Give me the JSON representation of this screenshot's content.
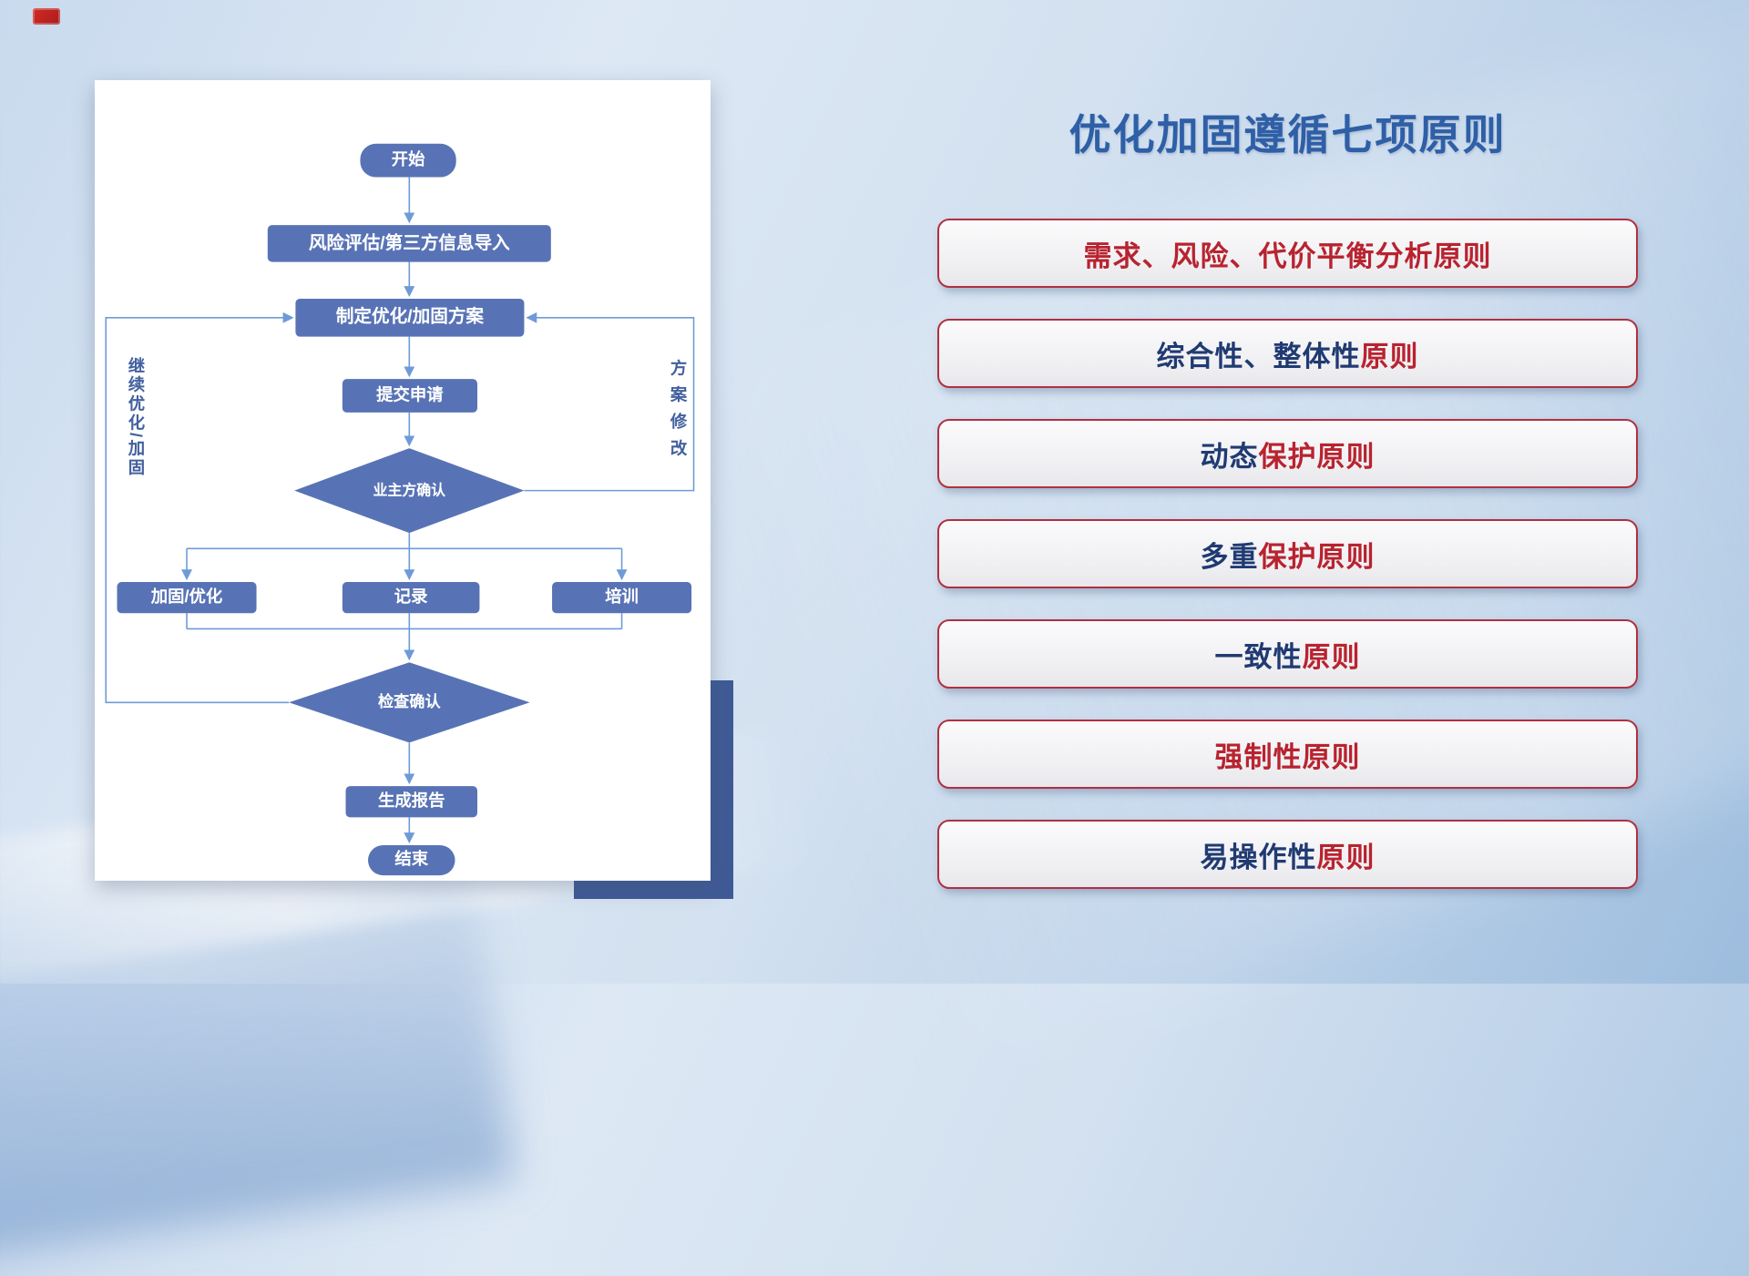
{
  "flowchart": {
    "nodes": {
      "start": "开始",
      "risk_import": "风险评估/第三方信息导入",
      "make_plan": "制定优化/加固方案",
      "submit": "提交申请",
      "owner_confirm": "业主方确认",
      "reinforce": "加固/优化",
      "record": "记录",
      "training": "培训",
      "check_confirm": "检查确认",
      "report": "生成报告",
      "end": "结束"
    },
    "loop_labels": {
      "left": "继续优化/加固",
      "right": "方案修改"
    }
  },
  "principles": {
    "title": "优化加固遵循七项原则",
    "items": [
      {
        "segments": [
          {
            "text": "需求、风险、代价平衡分析原则",
            "color": "red"
          }
        ]
      },
      {
        "segments": [
          {
            "text": "综合性、整体性",
            "color": "blue"
          },
          {
            "text": "原则",
            "color": "red"
          }
        ]
      },
      {
        "segments": [
          {
            "text": "动态",
            "color": "blue"
          },
          {
            "text": "保护原则",
            "color": "red"
          }
        ]
      },
      {
        "segments": [
          {
            "text": "多重",
            "color": "blue"
          },
          {
            "text": "保护原则",
            "color": "red"
          }
        ]
      },
      {
        "segments": [
          {
            "text": "一致性",
            "color": "blue"
          },
          {
            "text": "原则",
            "color": "red"
          }
        ]
      },
      {
        "segments": [
          {
            "text": "强制性原则",
            "color": "red"
          }
        ]
      },
      {
        "segments": [
          {
            "text": "易操作性",
            "color": "blue"
          },
          {
            "text": "原则",
            "color": "red"
          }
        ]
      }
    ]
  },
  "colors": {
    "title-blue": "#2e5fa7",
    "node-fill": "#5873b5",
    "line-blue": "#6e9bd8",
    "loop-label": "#44619f",
    "principle-red": "#b8232f",
    "principle-blue": "#203a72",
    "principle-border": "#b03040",
    "accent-navy": "#3f5a96",
    "logo-red": "#d42a24"
  }
}
